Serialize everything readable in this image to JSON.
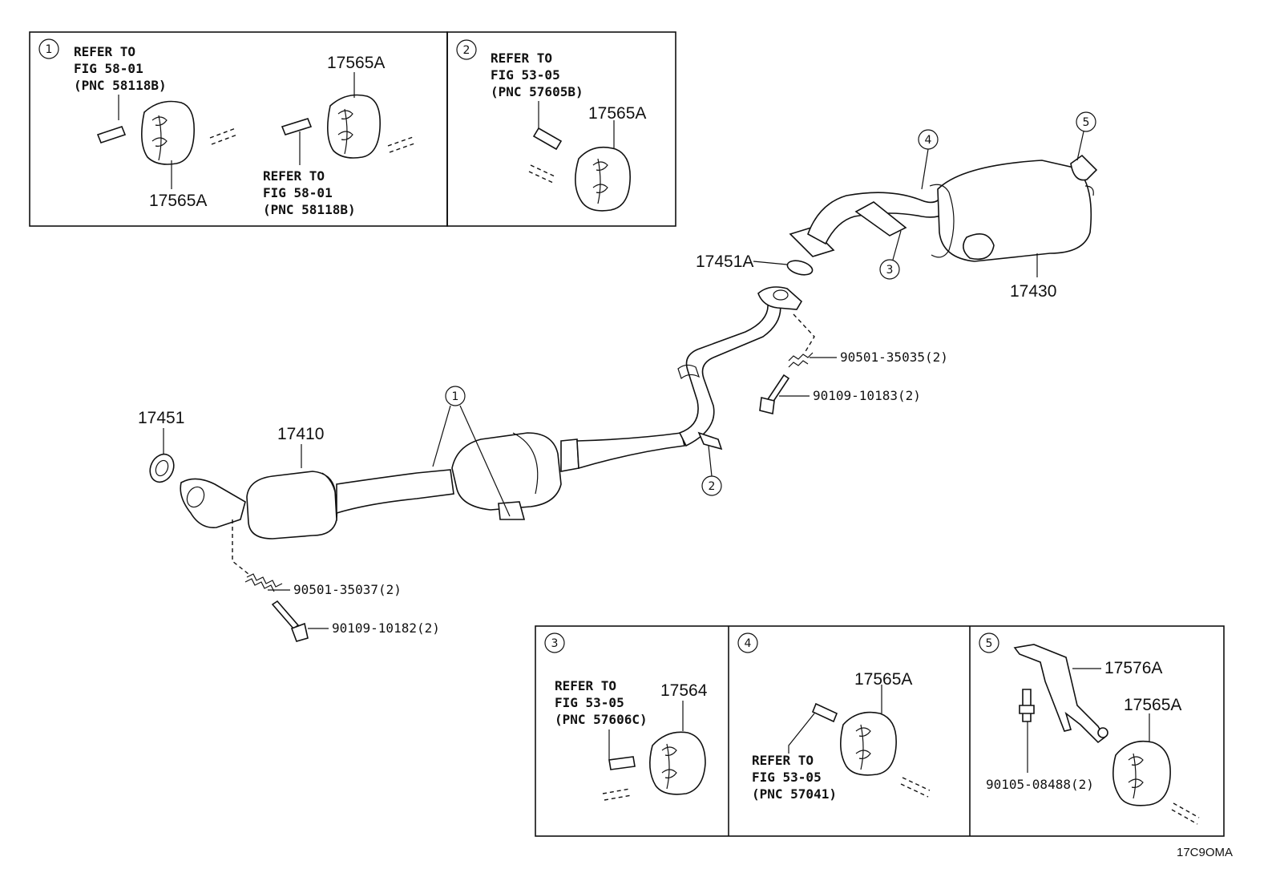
{
  "diagram": {
    "inset1": {
      "num": "1",
      "ref_a": [
        "REFER TO",
        "FIG 58-01",
        "(PNC 58118B)"
      ],
      "ref_b": [
        "REFER TO",
        "FIG 58-01",
        "(PNC 58118B)"
      ],
      "part_left": "17565A",
      "part_right": "17565A"
    },
    "inset2": {
      "num": "2",
      "ref": [
        "REFER TO",
        "FIG 53-05",
        "(PNC 57605B)"
      ],
      "part": "17565A"
    },
    "inset3": {
      "num": "3",
      "ref": [
        "REFER TO",
        "FIG 53-05",
        "(PNC 57606C)"
      ],
      "part": "17564"
    },
    "inset4": {
      "num": "4",
      "ref": [
        "REFER TO",
        "FIG 53-05",
        "(PNC 57041)"
      ],
      "part": "17565A"
    },
    "inset5": {
      "num": "5",
      "bracket": "17576A",
      "bolt": "90105-08488(2)",
      "part": "17565A"
    },
    "main": {
      "gasket_front": "17451",
      "front_pipe": "17410",
      "spring_front": "90501-35037(2)",
      "bolt_front": "90109-10182(2)",
      "gasket_mid": "17451A",
      "tail_pipe": "17430",
      "spring_rear": "90501-35035(2)",
      "bolt_rear": "90109-10183(2)",
      "callout_1": "1",
      "callout_2": "2",
      "callout_3": "3",
      "callout_4": "4",
      "callout_5": "5"
    },
    "footer_code": "17C9OMA"
  }
}
